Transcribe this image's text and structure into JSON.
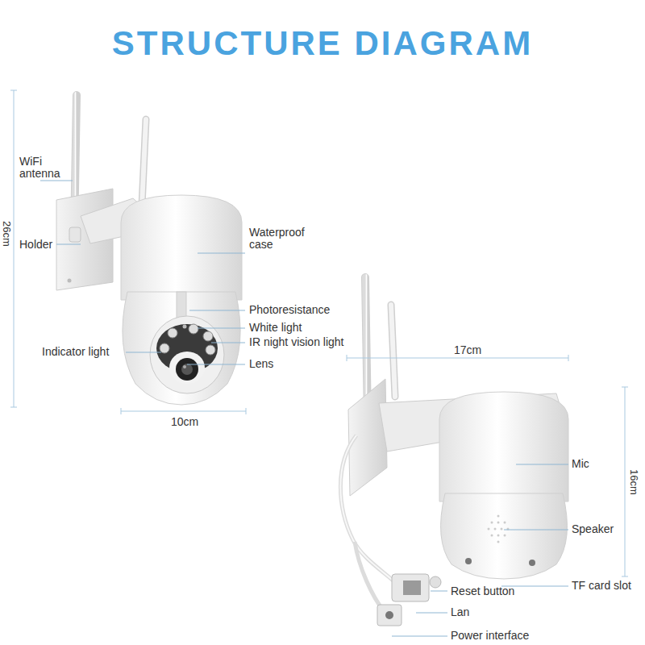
{
  "diagram": {
    "title": "STRUCTURE DIAGRAM",
    "labels": [
      "WiFi antenna",
      "Holder",
      "Waterproof case",
      "Photoresistance",
      "White light",
      "IR night vision light",
      "Indicator light",
      "Lens",
      "26cm",
      "10cm",
      "17cm",
      "Mic",
      "Speaker",
      "16cm",
      "Reset button",
      "TF card slot",
      "Lan",
      "Power interface"
    ]
  }
}
